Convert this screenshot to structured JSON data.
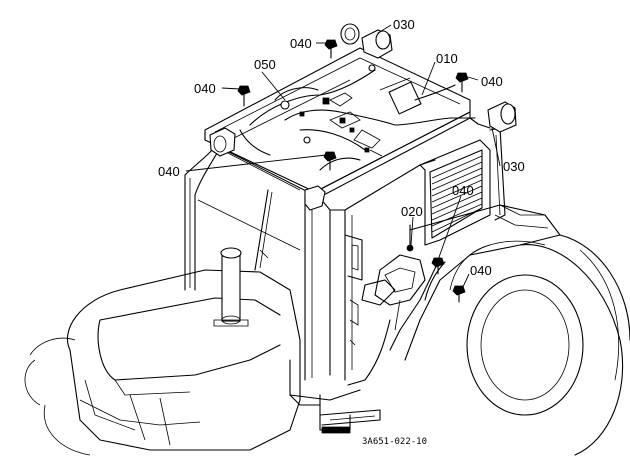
{
  "diagram": {
    "figure_code": "3A651-022-10",
    "callouts": [
      {
        "id": "c030a",
        "text": "030"
      },
      {
        "id": "c040a",
        "text": "040"
      },
      {
        "id": "c050",
        "text": "050"
      },
      {
        "id": "c040b",
        "text": "040"
      },
      {
        "id": "c010",
        "text": "010"
      },
      {
        "id": "c040c",
        "text": "040"
      },
      {
        "id": "c040d",
        "text": "040"
      },
      {
        "id": "c030b",
        "text": "030"
      },
      {
        "id": "c040e",
        "text": "040"
      },
      {
        "id": "c020",
        "text": "020"
      },
      {
        "id": "c040f",
        "text": "040"
      }
    ]
  }
}
